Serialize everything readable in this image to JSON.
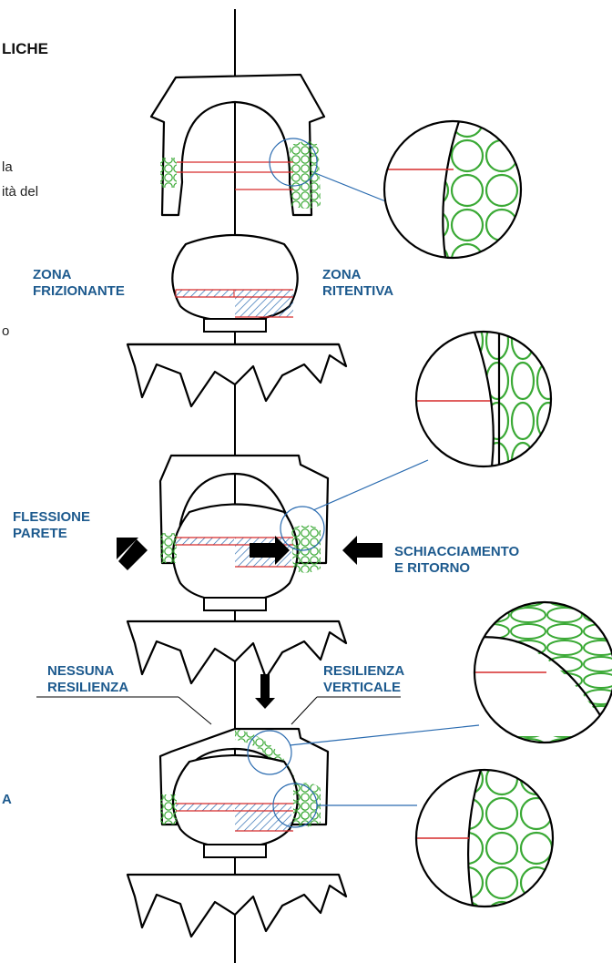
{
  "left_text": {
    "heading_fragment": "LICHE",
    "lines": [
      "la",
      "ità del"
    ],
    "fragment_o": "o",
    "fragment_a": "A"
  },
  "labels": {
    "zona_frizionante": [
      "ZONA",
      "FRIZIONANTE"
    ],
    "zona_ritentiva": [
      "ZONA",
      "RITENTIVA"
    ],
    "flessione_parete": [
      "FLESSIONE",
      "PARETE"
    ],
    "schiacciamento": [
      "SCHIACCIAMENTO",
      "E RITORNO"
    ],
    "nessuna_resilienza": [
      "NESSUNA",
      "RESILIENZA"
    ],
    "resilienza_verticale": [
      "RESILIENZA",
      "VERTICALE"
    ]
  },
  "colors": {
    "outline": "#000000",
    "retention_green": "#3aa935",
    "measure_red": "#d62a2a",
    "hatch_blue": "#2a6bb0",
    "label_blue": "#1d5a8e"
  }
}
